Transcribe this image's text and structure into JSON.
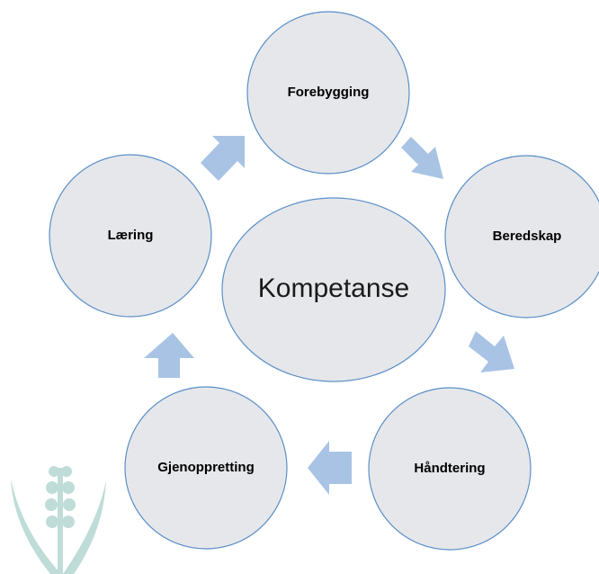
{
  "diagram": {
    "center": {
      "label": "Kompetanse"
    },
    "nodes": [
      {
        "id": "forebygging",
        "label": "Forebygging"
      },
      {
        "id": "beredskap",
        "label": "Beredskap"
      },
      {
        "id": "handtering",
        "label": "Håndtering"
      },
      {
        "id": "gjenoppretting",
        "label": "Gjenoppretting"
      },
      {
        "id": "laering",
        "label": "Læring"
      }
    ],
    "colors": {
      "circle_fill": "#e6e7ea",
      "circle_stroke": "#5b8fc9",
      "arrow_fill": "#a9c3e4",
      "logo_fill": "#bfdcd8"
    },
    "icons": {
      "logo": "lily-of-the-valley-logo",
      "arrow": "cycle-arrow"
    }
  }
}
